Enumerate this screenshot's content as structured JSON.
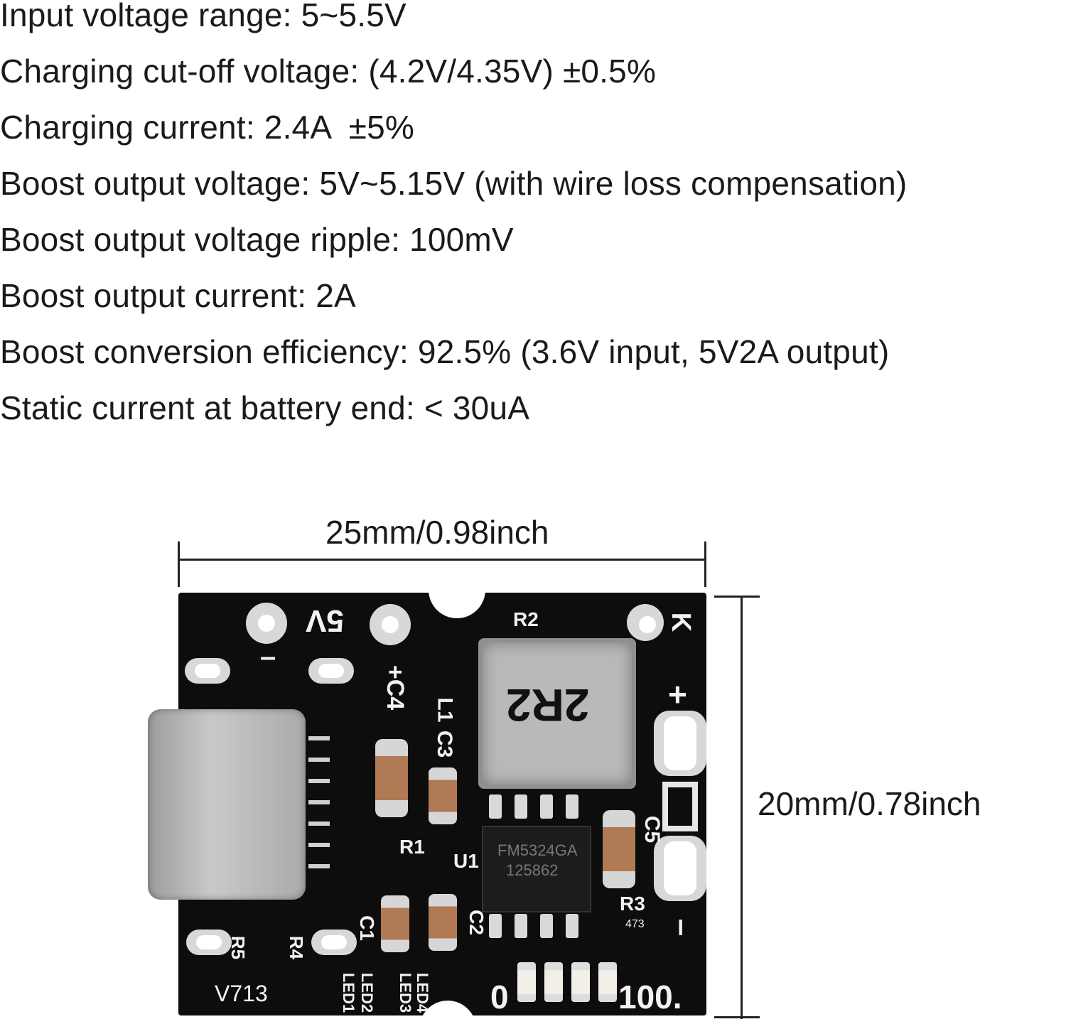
{
  "specs": [
    "Input voltage range: 5~5.5V",
    "Charging cut-off voltage: (4.2V/4.35V) ±0.5%",
    "Charging current: 2.4A  ±5%",
    "Boost output voltage: 5V~5.15V (with wire loss compensation)",
    "Boost output voltage ripple: 100mV",
    "Boost output current: 2A",
    "Boost conversion efficiency: 92.5% (3.6V input, 5V2A output)",
    "Static current at battery end: < 30uA"
  ],
  "dimensions": {
    "width_label": "25mm/0.98inch",
    "height_label": "20mm/0.78inch"
  },
  "board_markings": {
    "out_label": "5V",
    "minus_top": "–",
    "plus_c4": "+C4",
    "r2": "R2",
    "k": "K",
    "inductor_code": "2R2",
    "l1": "L1",
    "c3": "C3",
    "plus_right": "+",
    "c5": "C5",
    "r1": "R1",
    "u1": "U1",
    "chip_line1": "FM5324GA",
    "chip_line2": "125862",
    "r3": "R3",
    "r3_code": "473",
    "minus_right": "–",
    "c1": "C1",
    "c2": "C2",
    "r5": "R5",
    "r4": "R4",
    "model": "V713",
    "led1": "LED1",
    "led2": "LED2",
    "led3": "LED3",
    "led4": "LED4",
    "pct_0": "0",
    "pct_100": "100."
  }
}
